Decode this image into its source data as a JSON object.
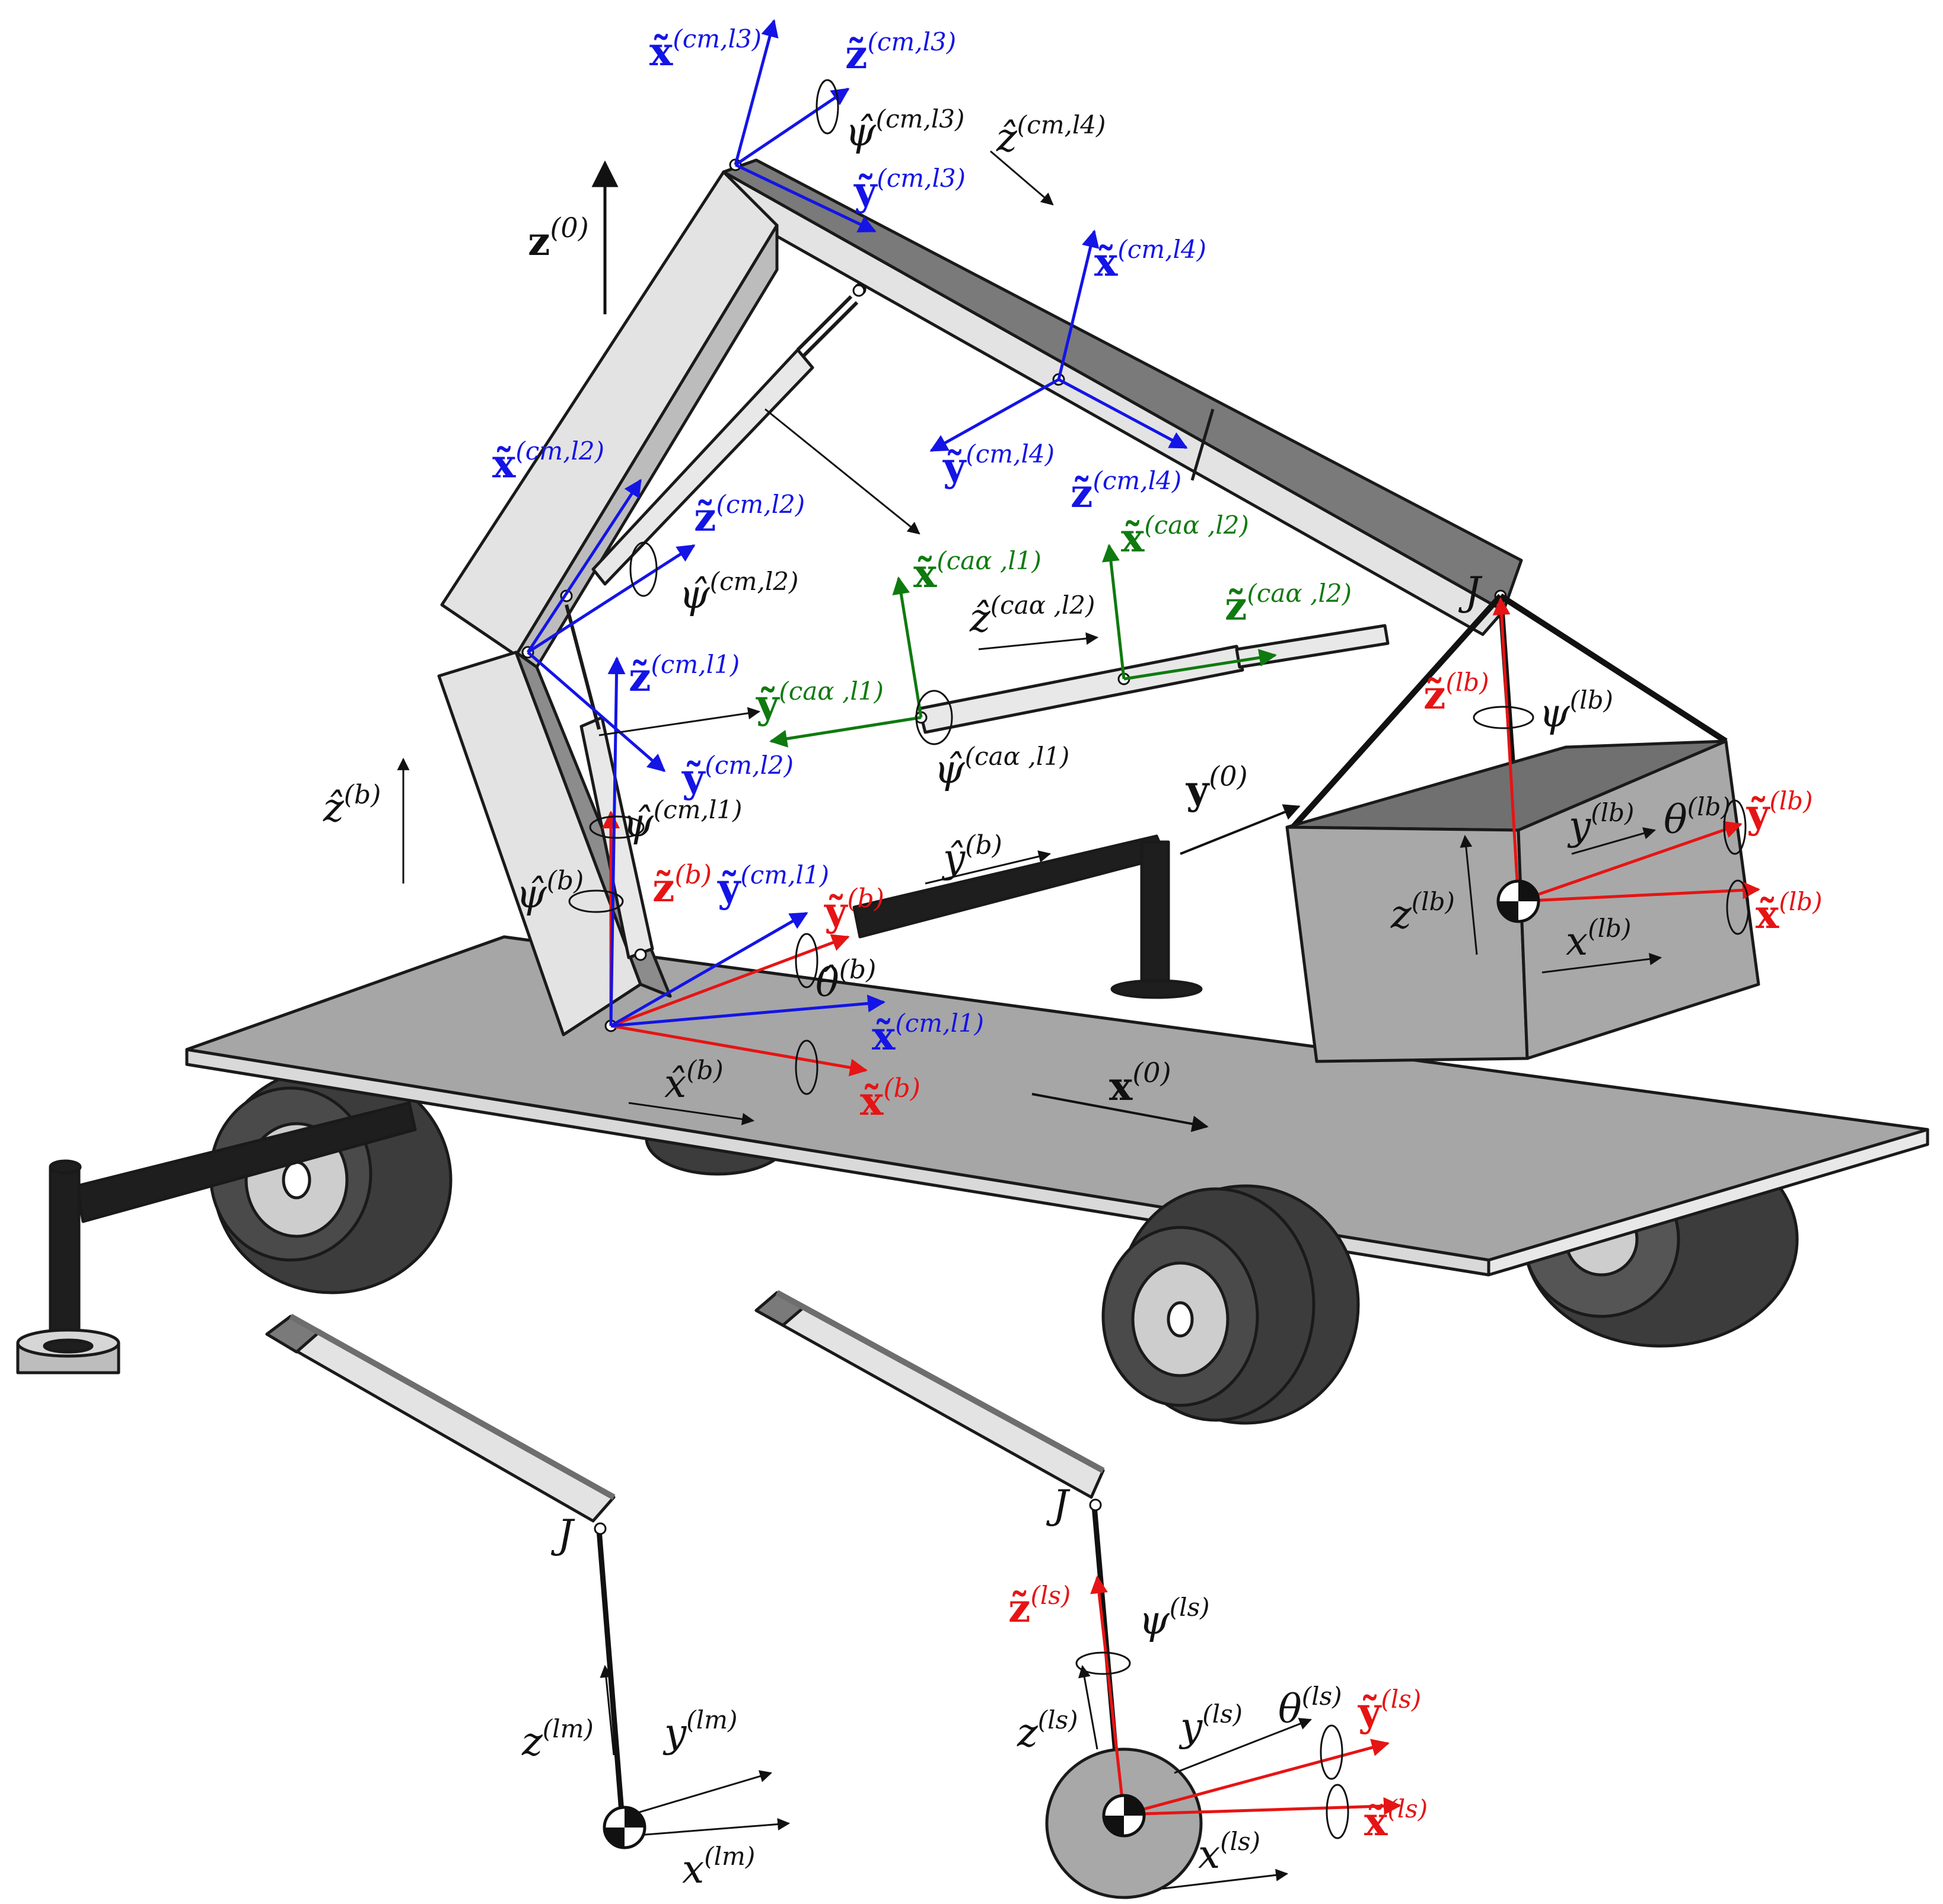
{
  "colors": {
    "black": "#111111",
    "blue": "#1414e6",
    "red": "#e61414",
    "green": "#0f7a0f",
    "light_gray": "#e3e3e3",
    "mid_gray": "#a8a8a8",
    "dark_gray": "#6e6e6e",
    "tire": "#3c3c3c",
    "rim": "#cdcdcd"
  },
  "icons": {
    "center_of_mass": "center-of-mass-icon",
    "rotation": "rotation-arrow-icon"
  },
  "inertial_frame": {
    "x": "x",
    "x_sup": "(0)",
    "y": "y",
    "y_sup": "(0)",
    "z": "z",
    "z_sup": "(0)"
  },
  "base_frame": {
    "x_hat": "x̂",
    "x_hat_sup": "(b)",
    "y_hat": "ŷ",
    "y_hat_sup": "(b)",
    "z_hat": "ẑ",
    "z_hat_sup": "(b)",
    "psi_hat": "ψ̂",
    "psi_hat_sup": "(b)",
    "theta_hat": "θ̂",
    "theta_hat_sup": "(b)",
    "x_tilde": "x̃",
    "x_tilde_sup": "(b)",
    "y_tilde": "ỹ",
    "y_tilde_sup": "(b)",
    "z_tilde": "z̃",
    "z_tilde_sup": "(b)"
  },
  "crane_frames": {
    "l1": {
      "x_tilde": "x̃",
      "x_tilde_sup": "(cm,l1)",
      "y_tilde": "ỹ",
      "y_tilde_sup": "(cm,l1)",
      "z_tilde": "z̃",
      "z_tilde_sup": "(cm,l1)",
      "psi_hat": "ψ̂",
      "psi_hat_sup": "(cm,l1)"
    },
    "l2": {
      "x_tilde": "x̃",
      "x_tilde_sup": "(cm,l2)",
      "y_tilde": "ỹ",
      "y_tilde_sup": "(cm,l2)",
      "z_tilde": "z̃",
      "z_tilde_sup": "(cm,l2)",
      "psi_hat": "ψ̂",
      "psi_hat_sup": "(cm,l2)"
    },
    "l3": {
      "x_tilde": "x̃",
      "x_tilde_sup": "(cm,l3)",
      "y_tilde": "ỹ",
      "y_tilde_sup": "(cm,l3)",
      "z_tilde": "z̃",
      "z_tilde_sup": "(cm,l3)",
      "psi_hat": "ψ̂",
      "psi_hat_sup": "(cm,l3)"
    },
    "l4": {
      "x_tilde": "x̃",
      "x_tilde_sup": "(cm,l4)",
      "y_tilde": "ỹ",
      "y_tilde_sup": "(cm,l4)",
      "z_tilde": "z̃",
      "z_tilde_sup": "(cm,l4)",
      "z_hat": "ẑ",
      "z_hat_sup": "(cm,l4)"
    }
  },
  "actuator_frames": {
    "l1": {
      "y_tilde": "ỹ",
      "y_tilde_sup": "(caα ,l1)",
      "x_tilde": "x̃",
      "x_tilde_sup": "(caα ,l1)",
      "psi_hat": "ψ̂",
      "psi_hat_sup": "(caα ,l1)"
    },
    "l2": {
      "x_tilde": "x̃",
      "x_tilde_sup": "(caα ,l2)",
      "z_tilde": "z̃",
      "z_tilde_sup": "(caα ,l2)",
      "z_hat": "ẑ",
      "z_hat_sup": "(caα ,l2)"
    }
  },
  "load_box_frame": {
    "x": "x",
    "x_sup": "(lb)",
    "y": "y",
    "y_sup": "(lb)",
    "z": "z",
    "z_sup": "(lb)",
    "theta": "θ",
    "theta_sup": "(lb)",
    "psi": "ψ",
    "psi_sup": "(lb)",
    "x_tilde": "x̃",
    "x_tilde_sup": "(lb)",
    "y_tilde": "ỹ",
    "y_tilde_sup": "(lb)",
    "z_tilde": "z̃",
    "z_tilde_sup": "(lb)",
    "joint": "J"
  },
  "load_mass_frame": {
    "x": "x",
    "x_sup": "(lm)",
    "y": "y",
    "y_sup": "(lm)",
    "z": "z",
    "z_sup": "(lm)",
    "joint": "J"
  },
  "load_sphere_frame": {
    "x": "x",
    "x_sup": "(ls)",
    "y": "y",
    "y_sup": "(ls)",
    "z": "z",
    "z_sup": "(ls)",
    "theta": "θ",
    "theta_sup": "(ls)",
    "psi": "ψ",
    "psi_sup": "(ls)",
    "x_tilde": "x̃",
    "x_tilde_sup": "(ls)",
    "y_tilde": "ỹ",
    "y_tilde_sup": "(ls)",
    "z_tilde": "z̃",
    "z_tilde_sup": "(ls)",
    "joint": "J"
  }
}
